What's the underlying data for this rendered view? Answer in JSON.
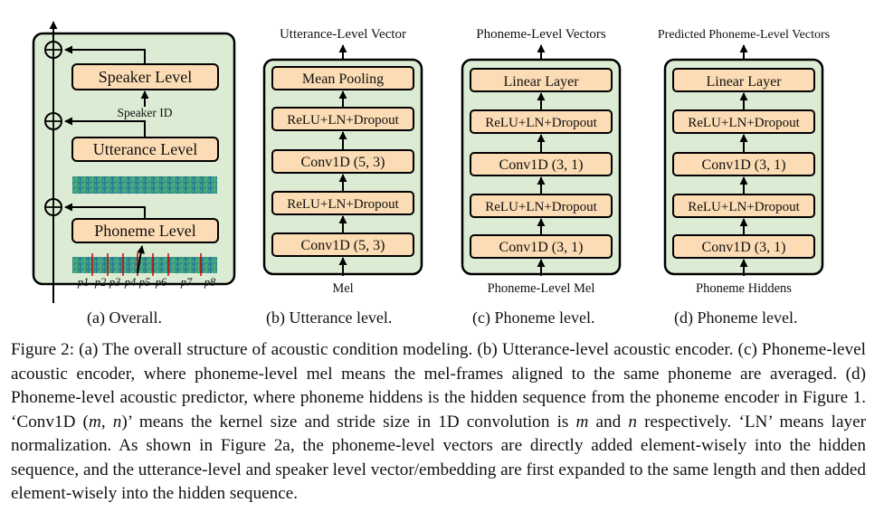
{
  "panel_a": {
    "speaker_level": "Speaker Level",
    "speaker_id": "Speaker ID",
    "utterance_level": "Utterance Level",
    "phoneme_level": "Phoneme Level",
    "phoneme_labels": [
      "p1",
      "p2",
      "p3",
      "p4",
      "p5",
      "p6",
      "p7",
      "p8"
    ],
    "caption": "(a) Overall."
  },
  "panel_b": {
    "output": "Utterance-Level Vector",
    "layers": [
      "Mean Pooling",
      "ReLU+LN+Dropout",
      "Conv1D (5, 3)",
      "ReLU+LN+Dropout",
      "Conv1D (5, 3)"
    ],
    "input": "Mel",
    "caption": "(b) Utterance level."
  },
  "panel_c": {
    "output": "Phoneme-Level Vectors",
    "layers": [
      "Linear Layer",
      "ReLU+LN+Dropout",
      "Conv1D (3, 1)",
      "ReLU+LN+Dropout",
      "Conv1D (3, 1)"
    ],
    "input": "Phoneme-Level Mel",
    "caption": "(c) Phoneme level."
  },
  "panel_d": {
    "output": "Predicted Phoneme-Level Vectors",
    "layers": [
      "Linear Layer",
      "ReLU+LN+Dropout",
      "Conv1D (3, 1)",
      "ReLU+LN+Dropout",
      "Conv1D (3, 1)"
    ],
    "input": "Phoneme Hiddens",
    "caption": "(d) Phoneme level."
  },
  "colors": {
    "panel_bg": "#dcebd4",
    "block_bg": "#fcdcb4",
    "line": "#000000",
    "divider": "#cc0000"
  },
  "caption": {
    "full": "Figure 2: (a) The overall structure of acoustic condition modeling. (b) Utterance-level acoustic encoder. (c) Phoneme-level acoustic encoder, where phoneme-level mel means the mel-frames aligned to the same phoneme are averaged. (d) Phoneme-level acoustic predictor, where phoneme hiddens is the hidden sequence from the phoneme encoder in Figure 1. ‘Conv1D (m, n)’ means the kernel size and stride size in 1D convolution is m and n respectively. ‘LN’ means layer normalization. As shown in Figure 2a, the phoneme-level vectors are directly added element-wisely into the hidden sequence, and the utterance-level and speaker level vector/embedding are first expanded to the same length and then added element-wisely into the hidden sequence.",
    "p1": "Figure 2: (a) The overall structure of acoustic condition modeling. (b) Utterance-level acoustic encoder. (c) Phoneme-level acoustic encoder, where phoneme-level mel means the mel-frames aligned to the same phoneme are averaged. (d) Phoneme-level acoustic predictor, where phoneme hiddens is the hidden sequence from the phoneme encoder in Figure 1. ‘Conv1D (",
    "m1": "m",
    "p2": ", ",
    "n1": "n",
    "p3": ")’ means the kernel size and stride size in 1D convolution is ",
    "m2": "m",
    "p4": " and ",
    "n2": "n",
    "p5": " respectively. ‘LN’ means layer normalization. As shown in Figure 2a, the phoneme-level vectors are directly added element-wisely into the hidden sequence, and the utterance-level and speaker level vector/embedding are first expanded to the same length and then added element-wisely into the hidden sequence."
  }
}
